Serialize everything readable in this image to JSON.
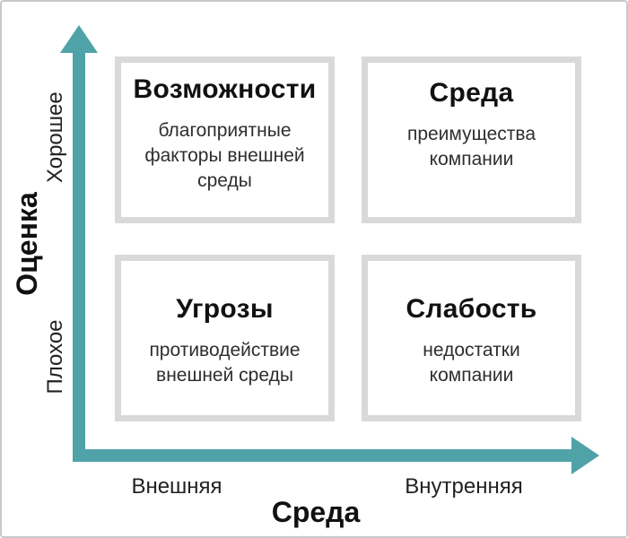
{
  "diagram": {
    "type": "quadrant-matrix"
  },
  "colors": {
    "axis": "#4fa2a8",
    "box_border": "#d9d9d9",
    "outer_border": "#c9c9c9",
    "title_text": "#111111",
    "body_text": "#2e2e2e",
    "background": "#ffffff"
  },
  "y_axis": {
    "title": "Оценка",
    "top_label": "Хорошее",
    "bottom_label": "Плохое"
  },
  "x_axis": {
    "title": "Среда",
    "left_label": "Внешняя",
    "right_label": "Внутренняя"
  },
  "quadrants": [
    {
      "position": "top-left",
      "title": "Возможности",
      "description": "благоприятные\nфакторы внешней\nсреды"
    },
    {
      "position": "top-right",
      "title": "Среда",
      "description": "преимущества\nкомпании"
    },
    {
      "position": "bottom-left",
      "title": "Угрозы",
      "description": "противодействие\nвнешней среды"
    },
    {
      "position": "bottom-right",
      "title": "Слабость",
      "description": "недостатки\nкомпании"
    }
  ]
}
